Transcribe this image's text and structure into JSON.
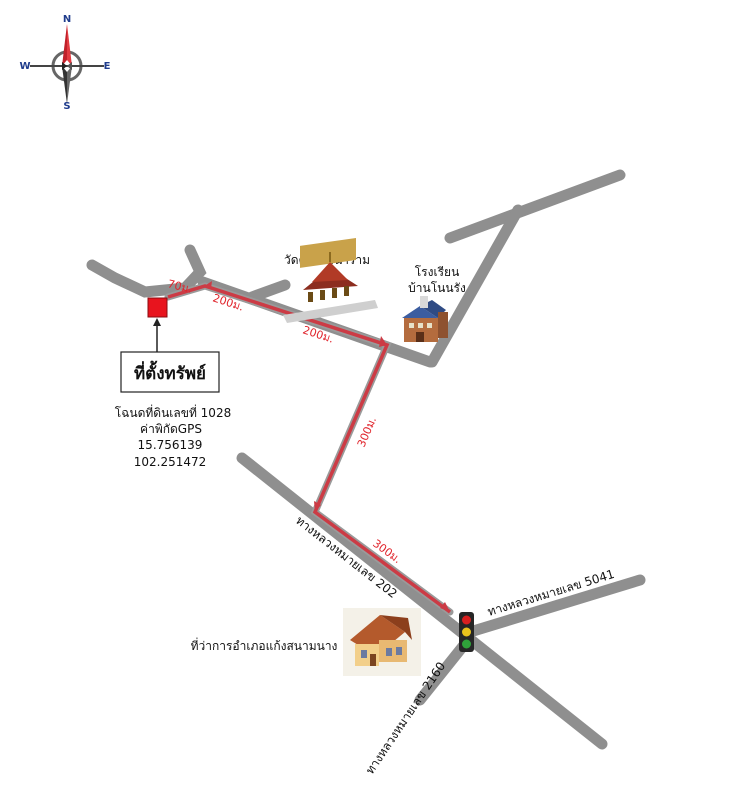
{
  "compass": {
    "n": "N",
    "s": "S",
    "e": "E",
    "w": "W"
  },
  "property": {
    "title": "ที่ตั้งทรัพย์",
    "deed": "โฉนดที่ดินเลขที่ 1028",
    "gps_label": "ค่าพิกัดGPS",
    "lat": "15.756139",
    "lng": "102.251472",
    "marker_color": "#e8141e"
  },
  "distances": {
    "d70": "70ม.",
    "d200a": "200ม.",
    "d200b": "200ม.",
    "d300a": "300ม.",
    "d300b": "300ม."
  },
  "landmarks": {
    "temple": "วัดคงคาวนาราม",
    "school_line1": "โรงเรียน",
    "school_line2": "บ้านโนนรัง",
    "district_office": "ที่ว่าการอำเภอแก้งสนามนาง"
  },
  "roads": {
    "hw202": "ทางหลวงหมายเลข 202",
    "hw5041": "ทางหลวงหมายเลข 5041",
    "hw2160": "ทางหลวงหมายเลข 2160"
  },
  "colors": {
    "road": "#8f8f8f",
    "route": "#cc3b45",
    "distance_text": "#e0232b"
  }
}
